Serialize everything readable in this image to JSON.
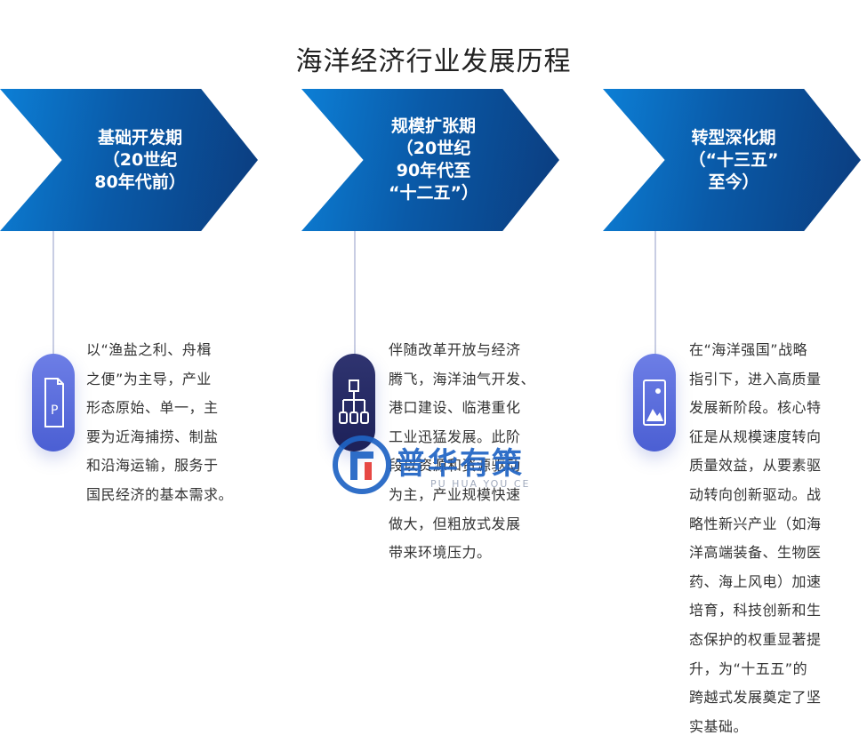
{
  "title": "海洋经济行业发展历程",
  "stages": [
    {
      "heading_lines": [
        "基础开发期",
        "（20世纪",
        "80年代前）"
      ],
      "description_lines": [
        "以“渔盐之利、舟楫",
        "之便”为主导，产业",
        "形态原始、单一，主",
        "要为近海捕捞、制盐",
        "和沿海运输，服务于",
        "国民经济的基本需求。"
      ],
      "icon": "document-icon"
    },
    {
      "heading_lines": [
        "规模扩张期",
        "（20世纪",
        "90年代至",
        "“十二五”）"
      ],
      "description_lines": [
        "伴随改革开放与经济",
        "腾飞，海洋油气开发、",
        "港口建设、临港重化",
        "工业迅猛发展。此阶",
        "段以资源和资源驱动",
        "为主，产业规模快速",
        "做大，但粗放式发展",
        "带来环境压力。"
      ],
      "icon": "network-icon"
    },
    {
      "heading_lines": [
        "转型深化期",
        "（“十三五”",
        "至今）"
      ],
      "description_lines": [
        "在“海洋强国”战略",
        "指引下，进入高质量",
        "发展新阶段。核心特",
        "征是从规模速度转向",
        "质量效益，从要素驱",
        "动转向创新驱动。战",
        "略性新兴产业（如海",
        "洋高端装备、生物医",
        "药、海上风电）加速",
        "培育，科技创新和生",
        "态保护的权重显著提",
        "升，为“十五五”的",
        "跨越式发展奠定了坚",
        "实基础。"
      ],
      "icon": "image-icon"
    }
  ],
  "watermark": {
    "text": "普华有策",
    "sub": "PU HUA YOU CE"
  },
  "colors": {
    "arrow_start": "#0c7fd6",
    "arrow_end": "#0b3c7e",
    "pill": "#4b5fd3",
    "pill_dark": "#1d2159"
  }
}
